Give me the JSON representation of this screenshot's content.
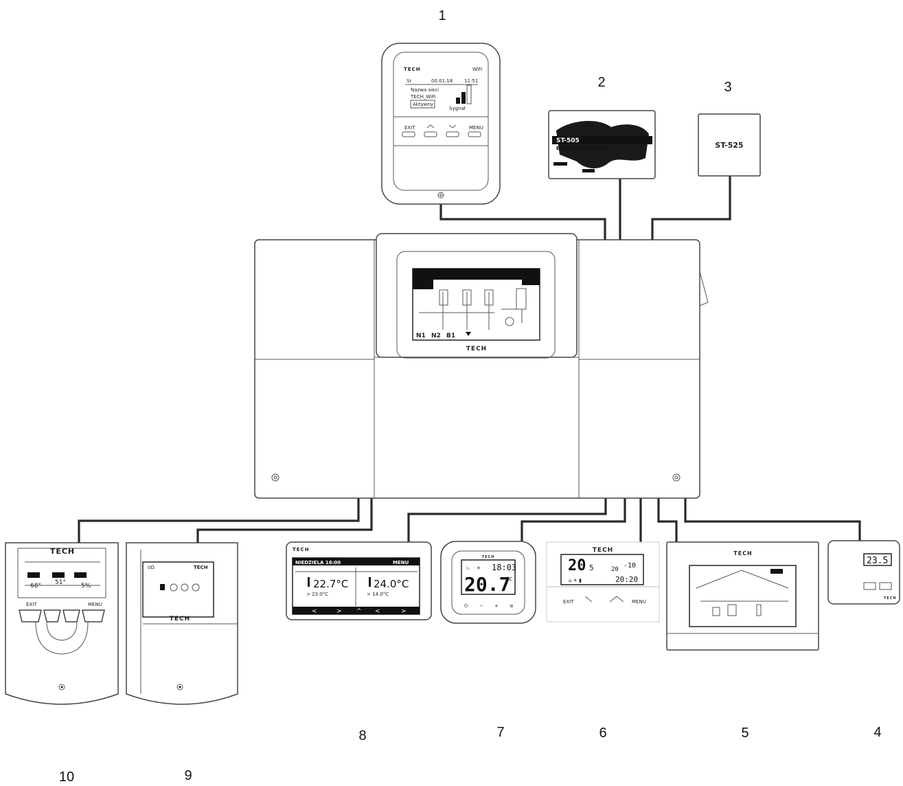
{
  "labels": [
    "1",
    "2",
    "3",
    "4",
    "5",
    "6",
    "7",
    "8",
    "9",
    "10"
  ],
  "brand": "TECH",
  "colors": {
    "wire": "#2a2a2a",
    "outline": "#444444",
    "screen_dark": "#111111"
  },
  "main_controller": {
    "screen_text": [
      "N1",
      "N2",
      "B1"
    ],
    "arrow_icon": "triangle-down-icon"
  },
  "device1": {
    "wifi_label": "WiFi",
    "top_left": "Sr",
    "date": "00.01.18",
    "time": "11:51",
    "network_label": "Nazwa sieci",
    "network_name": "TECH_WiFi",
    "status": "Aktywny",
    "signal": "Sygnał",
    "buttons": [
      "EXIT",
      "MENU"
    ]
  },
  "device2": {
    "model": "ST-505",
    "subtitle": "ETHERNET MODULE"
  },
  "device3": {
    "model": "ST-525"
  },
  "device4": {
    "display": "23.5"
  },
  "device6": {
    "big_temp": "20",
    "big_temp_dec": "5",
    "outdoor": "-10",
    "small_temp": "20",
    "time": "20:20",
    "buttons": [
      "EXIT",
      "MENU"
    ]
  },
  "device7": {
    "time": "18:03",
    "temp": "20.7",
    "unit": "°C"
  },
  "device8": {
    "header": "NIEDZIELA 16:00",
    "menu": "MENU",
    "temp1": "22.7°C",
    "set1": "> 23.0°C",
    "temp2": "24.0°C",
    "set2": "> 14.0°C",
    "nav": [
      "<",
      ">",
      "^",
      "<",
      ">"
    ]
  },
  "device10": {
    "values": [
      "68°",
      "51°",
      "5%"
    ],
    "buttons": [
      "EXIT",
      "MENU"
    ]
  }
}
